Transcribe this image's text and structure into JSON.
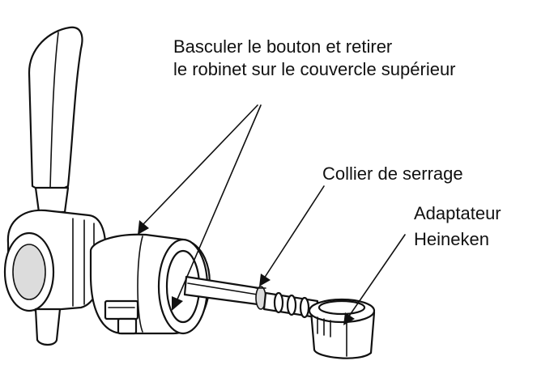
{
  "labels": {
    "top_line1": "Basculer le bouton et retirer",
    "top_line2": "le robinet sur le couvercle supérieur",
    "collar": "Collier de serrage",
    "adapter_line1": "Adaptateur",
    "adapter_line2": "Heineken"
  },
  "colors": {
    "ink": "#111111",
    "background": "#ffffff",
    "shade": "#dcdcdc"
  }
}
